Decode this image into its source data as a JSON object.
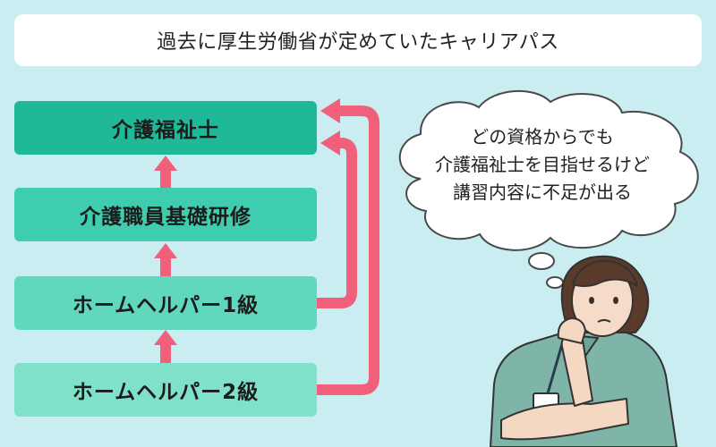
{
  "title": "過去に厚生労働省が定めていたキャリアパス",
  "steps": [
    "介護福祉士",
    "介護職員基礎研修",
    "ホームヘルパー1級",
    "ホームヘルパー2級"
  ],
  "bubble": {
    "lines": [
      "どの資格からでも",
      "介護福祉士を目指せるけど",
      "講習内容に不足が出る"
    ]
  },
  "colors": {
    "background": "#c9edf0",
    "arrow": "#f0607a",
    "step1": "#1fb99a",
    "step2": "#3fcdb0",
    "step3": "#5fd8bd",
    "step4": "#7fe1c9"
  },
  "illustration": {
    "figure": "thinking-care-worker"
  }
}
